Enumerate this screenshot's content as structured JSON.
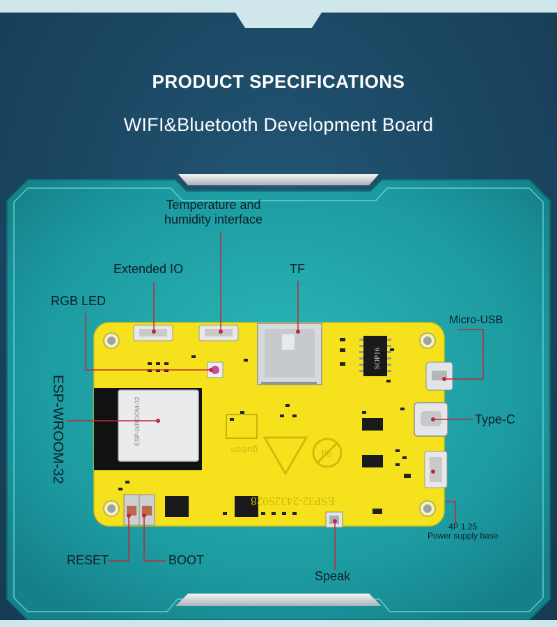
{
  "header": {
    "title": "PRODUCT SPECIFICATIONS",
    "subtitle": "WIFI&Bluetooth Development Board"
  },
  "colors": {
    "background": "#1d4a66",
    "panel": "#1fa4a8",
    "board": "#f5e21c",
    "frame_line": "#5fd6d4",
    "callout_line": "#c0283a"
  },
  "labels": {
    "temperature_line1": "Temperature and",
    "temperature_line2": "humidity interface",
    "extended_io": "Extended IO",
    "tf": "TF",
    "rgb_led": "RGB LED",
    "micro_usb": "Micro-USB",
    "esp_module": "ESP-WROOM-32",
    "type_c": "Type-C",
    "power_line1": "4P 1.25",
    "power_line2": "Power supply base",
    "reset": "RESET",
    "boot": "BOOT",
    "speak": "Speak"
  },
  "board_markings": {
    "chip": "SOP16",
    "module": "ESP-WROOM-32",
    "model": "ESP32-2432S028",
    "brand": "guition",
    "pb": "Pb"
  }
}
